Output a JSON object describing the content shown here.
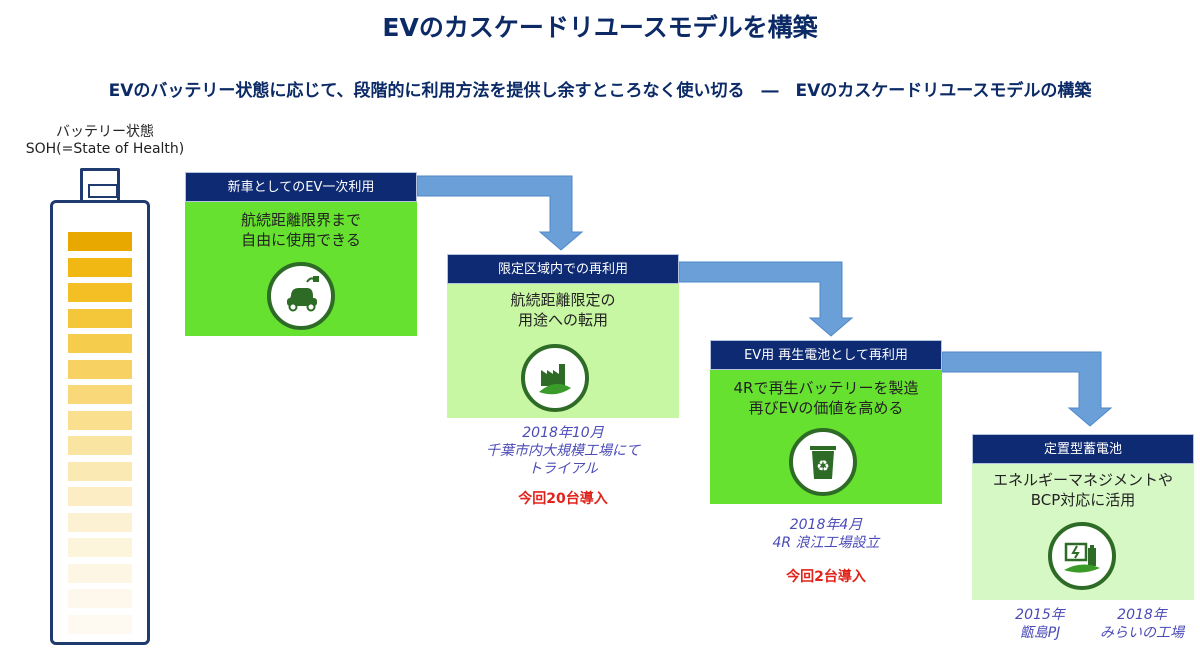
{
  "title": "EVのカスケードリユースモデルを構築",
  "subtitle": "EVのバッテリー状態に応じて、段階的に利用方法を提供し余すところなく使い切る　―　EVのカスケードリユースモデルの構築",
  "battery": {
    "label_line1": "バッテリー状態",
    "label_line2": "SOH(=State of Health)",
    "cell_colors": [
      "#e8a800",
      "#f1b813",
      "#f3bf24",
      "#f4c63a",
      "#f6cc4c",
      "#f7d262",
      "#f8d878",
      "#f9df8e",
      "#fae4a2",
      "#fbe9b4",
      "#fcedc4",
      "#fcf1d2",
      "#fdf4dc",
      "#fdf6e5",
      "#fef8ec",
      "#fef9f1"
    ]
  },
  "stages": [
    {
      "header": "新車としてのEV一次利用",
      "body_line1": "航続距離限界まで",
      "body_line2": "自由に使用できる",
      "icon": "ev-charging-car-icon",
      "body_color": "#66e12f"
    },
    {
      "header": "限定区域内での再利用",
      "body_line1": "航続距離限定の",
      "body_line2": "用途への転用",
      "icon": "factory-leaf-icon",
      "body_color": "#c8f7a3",
      "note_line1": "2018年10月",
      "note_line2": "千葉市内大規模工場にて",
      "note_line3": "トライアル",
      "red": "今回20台導入"
    },
    {
      "header": "EV用 再生電池として再利用",
      "body_line1": "4Rで再生バッテリーを製造",
      "body_line2": "再びEVの価値を高める",
      "icon": "recycle-bin-icon",
      "body_color": "#66e12f",
      "note_line1": "2018年4月",
      "note_line2": "4R 浪江工場設立",
      "red": "今回2台導入"
    },
    {
      "header": "定置型蓄電池",
      "body_line1": "エネルギーマネジメントや",
      "body_line2": "BCP対応に活用",
      "icon": "stationary-battery-icon",
      "body_color": "#d6f8c4",
      "note_a_line1": "2015年",
      "note_a_line2": "甑島PJ",
      "note_b_line1": "2018年",
      "note_b_line2": "みらいの工場"
    }
  ],
  "colors": {
    "header": "#0d2a73",
    "arrow": "#6a9fd8",
    "title": "#0b2a66"
  }
}
